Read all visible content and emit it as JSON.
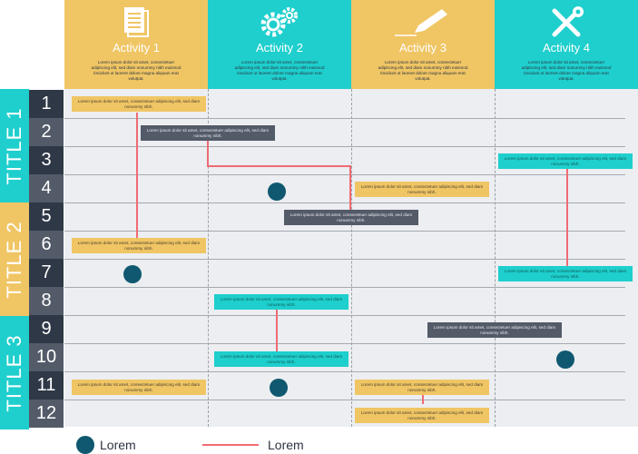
{
  "colors": {
    "yellow": "#f0c564",
    "teal": "#1ecfcd",
    "slate": "#535a68",
    "connector": "#f06b73",
    "milestone": "#0f5870"
  },
  "activities": [
    {
      "title": "Activity 1",
      "icon": "document-icon",
      "text": "Lorem ipsum dolor sit amet, consectetuer adipiscing elit, sed diam nonummy nibh euismod tincidunt ut laoreet dolore magna aliquam erat volutpat."
    },
    {
      "title": "Activity 2",
      "icon": "gears-icon",
      "text": "Lorem ipsum dolor sit amet, consectetuer adipiscing elit, sed diam nonummy nibh euismod tincidunt ut laoreet dolore magna aliquam erat volutpat."
    },
    {
      "title": "Activity 3",
      "icon": "pencil-icon",
      "text": "Lorem ipsum dolor sit amet, consectetuer adipiscing elit, sed diam nonummy nibh euismod tincidunt ut laoreet dolore magna aliquam erat volutpat."
    },
    {
      "title": "Activity 4",
      "icon": "tools-icon",
      "text": "Lorem ipsum dolor sit amet, consectetuer adipiscing elit, sed diam nonummy nibh euismod tincidunt ut laoreet dolore magna aliquam erat volutpat."
    }
  ],
  "groups": [
    "TITLE 1",
    "TITLE 2",
    "TITLE 3"
  ],
  "rows": [
    "1",
    "2",
    "3",
    "4",
    "5",
    "6",
    "7",
    "8",
    "9",
    "10",
    "11",
    "12"
  ],
  "bar_text": "Lorem ipsum dolor sit amet, consectetuer adipiscing elit, sed diam nonummy nibh.",
  "legend": {
    "milestone_label": "Lorem",
    "connector_label": "Lorem"
  }
}
